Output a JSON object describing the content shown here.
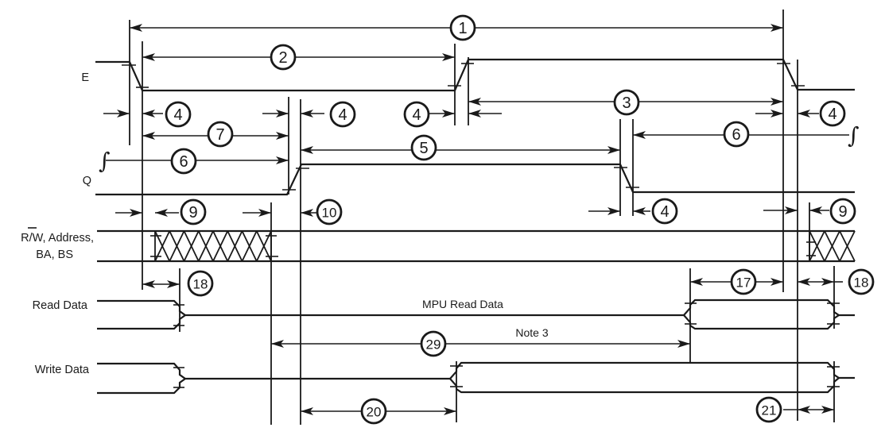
{
  "title": "MPU E / Q Bus Timing Diagram",
  "signals": {
    "e": "E",
    "q": "Q",
    "rw_line1_prefix": "R/",
    "rw_line1_bar": "W",
    "rw_line1_suffix": ", Address,",
    "rw_line2": "BA, BS",
    "read_data": "Read Data",
    "write_data": "Write Data"
  },
  "annotations": {
    "mpu_read_data": "MPU Read Data",
    "note3": "Note 3",
    "integral_symbol": "∫"
  },
  "callouts": {
    "c1": "1",
    "c2": "2",
    "c3": "3",
    "c4a": "4",
    "c4b": "4",
    "c4c": "4",
    "c4d": "4",
    "c4e": "4",
    "c5": "5",
    "c6a": "6",
    "c6b": "6",
    "c7": "7",
    "c9a": "9",
    "c9b": "9",
    "c10": "10",
    "c17": "17",
    "c18a": "18",
    "c18b": "18",
    "c20": "20",
    "c21": "21",
    "c29": "29"
  },
  "colors": {
    "ink": "#1a1a1a",
    "paper": "#ffffff"
  }
}
